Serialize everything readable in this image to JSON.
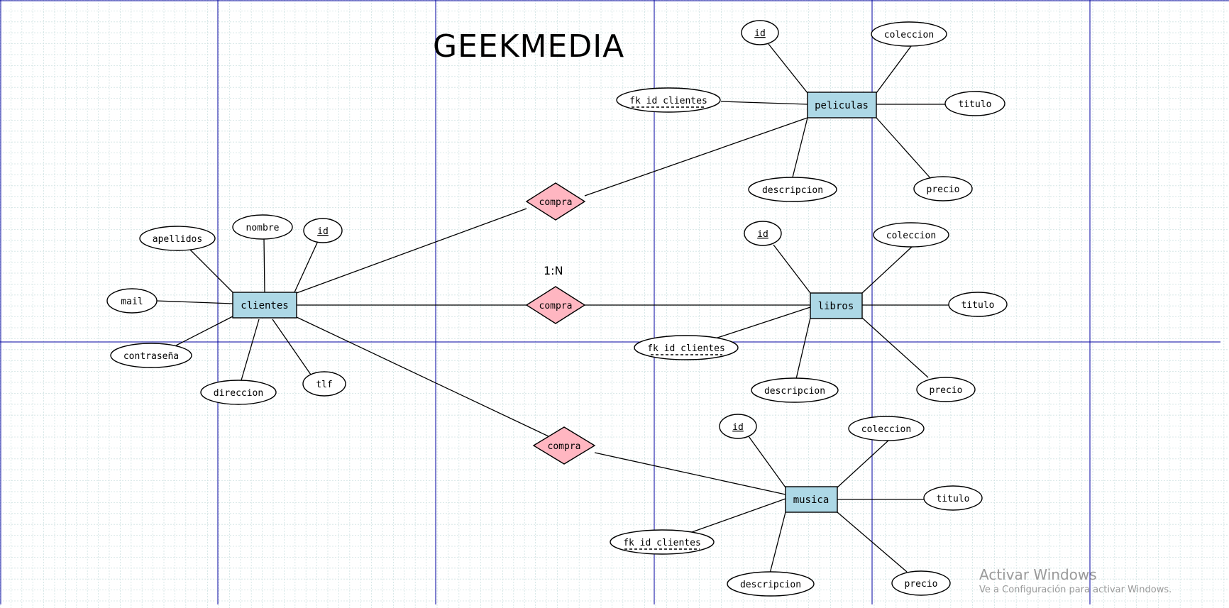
{
  "title": "GEEKMEDIA",
  "cardinality": "1:N",
  "colors": {
    "entity_fill": "#add8e6",
    "relationship_fill": "#ffb6c1",
    "grid_minor": "#cfe2e2",
    "grid_major": "#0000a0"
  },
  "entities": {
    "clientes": "clientes",
    "peliculas": "peliculas",
    "libros": "libros",
    "musica": "musica"
  },
  "relationships": {
    "r1": "compra",
    "r2": "compra",
    "r3": "compra"
  },
  "attributes": {
    "clientes": {
      "apellidos": "apellidos",
      "nombre": "nombre",
      "id": "id",
      "mail": "mail",
      "contrasena": "contraseña",
      "direccion": "direccion",
      "tlf": "tlf"
    },
    "peliculas": {
      "id": "id",
      "coleccion": "coleccion",
      "fk": "fk id clientes",
      "titulo": "titulo",
      "descripcion": "descripcion",
      "precio": "precio"
    },
    "libros": {
      "id": "id",
      "coleccion": "coleccion",
      "titulo": "titulo",
      "fk": "fk id clientes",
      "descripcion": "descripcion",
      "precio": "precio"
    },
    "musica": {
      "id": "id",
      "coleccion": "coleccion",
      "titulo": "titulo",
      "fk": "fk id clientes",
      "descripcion": "descripcion",
      "precio": "precio"
    }
  },
  "watermark": {
    "title": "Activar Windows",
    "subtitle": "Ve a Configuración para activar Windows."
  }
}
